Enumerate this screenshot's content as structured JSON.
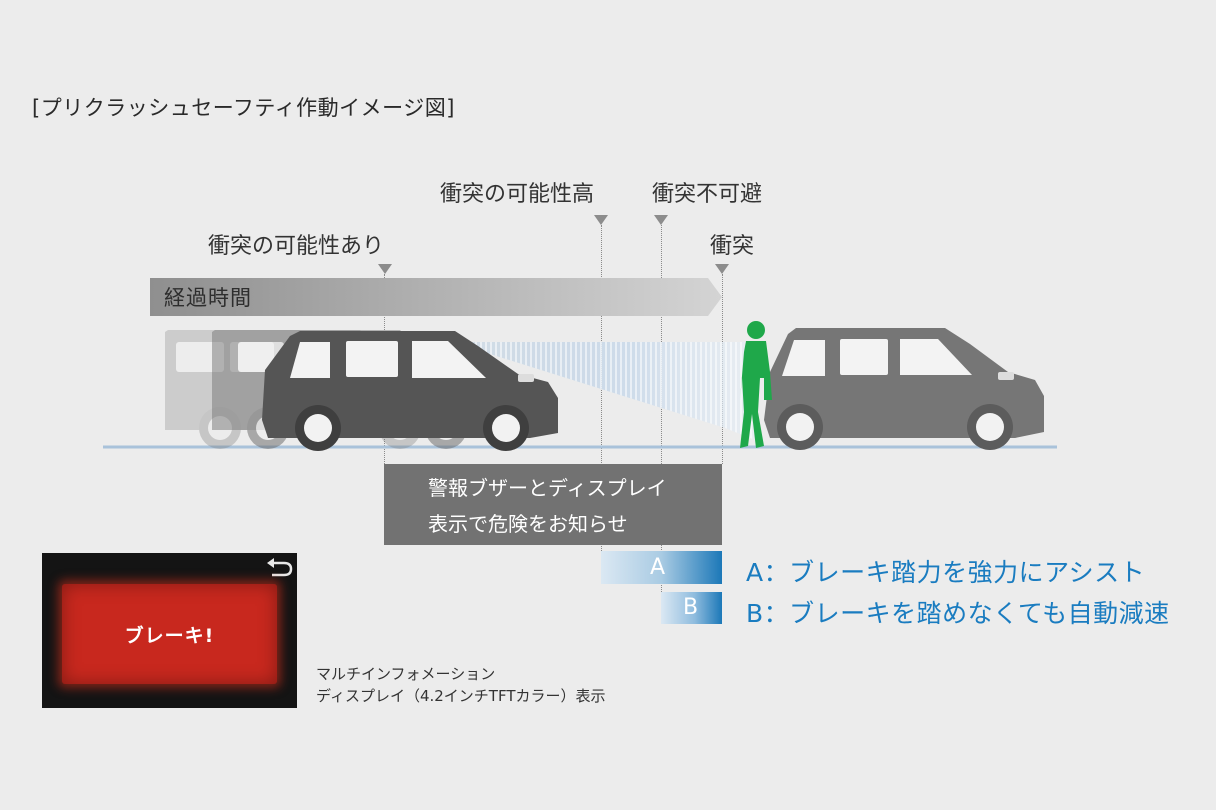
{
  "title": "[プリクラッシュセーフティ作動イメージ図]",
  "stages": {
    "possible": "衝突の可能性あり",
    "high": "衝突の可能性高",
    "unavoidable": "衝突不可避",
    "collision": "衝突"
  },
  "time_arrow": "経過時間",
  "warning": {
    "line1": "警報ブザーとディスプレイ",
    "line2": "表示で危険をお知らせ"
  },
  "bars": {
    "a_label": "A",
    "b_label": "B"
  },
  "legend": {
    "a": "A：ブレーキ踏力を強力にアシスト",
    "b": "B：ブレーキを踏めなくても自動減速"
  },
  "display": {
    "alert_text": "ブレーキ!",
    "back_icon": "return-arrow-icon",
    "caption_line1": "マルチインフォメーション",
    "caption_line2": "ディスプレイ（4.2インチTFTカラー）表示"
  },
  "colors": {
    "accent_blue": "#1a7cc0",
    "pedestrian_green": "#1fa84a",
    "alert_red": "#c8281e",
    "warning_gray": "#727272"
  }
}
